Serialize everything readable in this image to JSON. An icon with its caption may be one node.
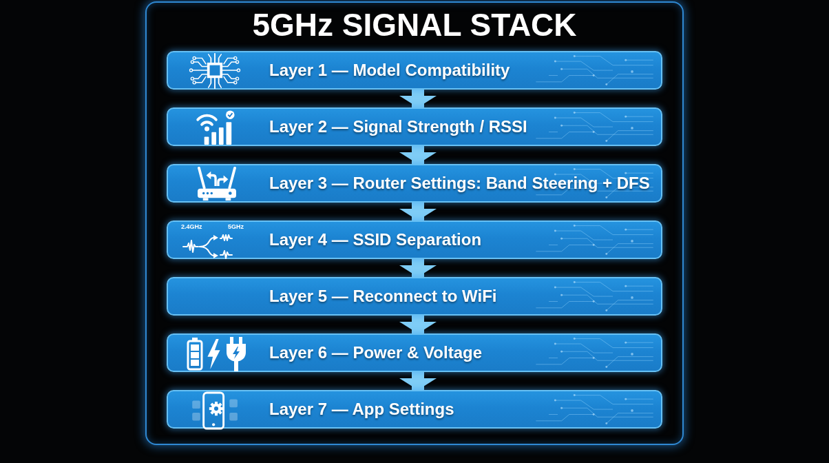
{
  "diagram": {
    "nodes": [
      {
        "text": [
          "5GHz SIGNAL STACK"
        ]
      },
      {
        "text": [
          "Layer 1 — Model Compatibility"
        ],
        "in": 0
      },
      {
        "text": [
          "Layer 2 — Signal Strength / RSSI"
        ],
        "in": 0
      },
      {
        "text": [
          "Layer 3 — Router Settings: Band Steering + DFS"
        ],
        "in": 0
      },
      {
        "text": [
          "Layer 4 — SSID Separation"
        ],
        "in": 0
      },
      {
        "text": [
          "Layer 5 — Reconnect to WiFi"
        ],
        "in": 0
      },
      {
        "text": [
          "Layer 6 — Power & Voltage"
        ],
        "in": 0
      },
      {
        "text": [
          "Layer 7 — App Settings"
        ],
        "in": 0
      }
    ],
    "edges": [
      {
        "from": 1,
        "to": 2,
        "arrow": "to"
      },
      {
        "from": 2,
        "to": 3,
        "arrow": "to"
      },
      {
        "from": 3,
        "to": 4,
        "arrow": "to"
      },
      {
        "from": 4,
        "to": 5,
        "arrow": "to"
      },
      {
        "from": 5,
        "to": 6,
        "arrow": "to"
      },
      {
        "from": 6,
        "to": 7,
        "arrow": "to"
      }
    ],
    "labels": [
      "2.4GHz",
      "5GHz"
    ]
  }
}
